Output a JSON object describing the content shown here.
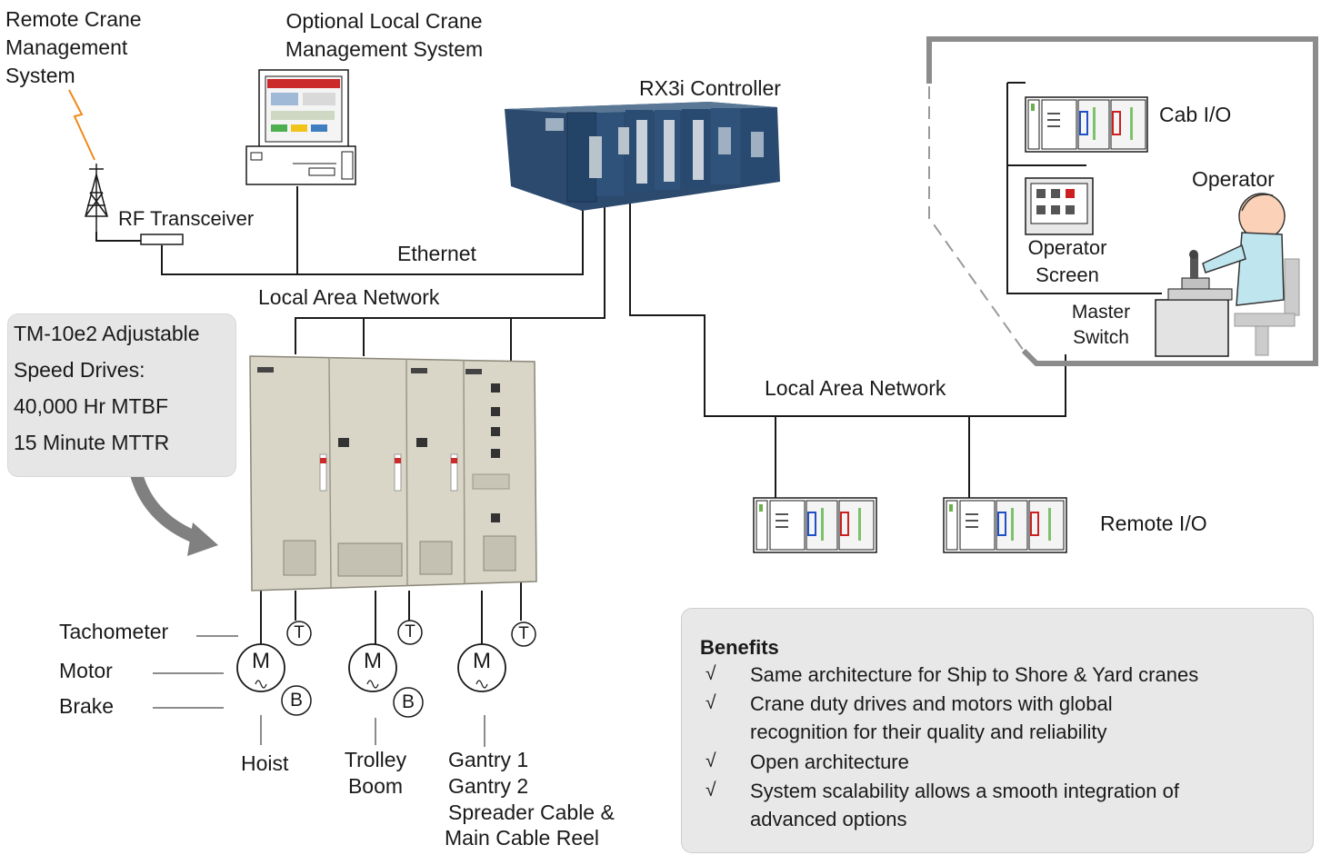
{
  "labels": {
    "remote_cms": [
      "Remote Crane",
      "Management",
      "System"
    ],
    "local_cms": [
      "Optional Local Crane",
      "Management System"
    ],
    "controller": "RX3i Controller",
    "cab_io": "Cab I/O",
    "operator": "Operator",
    "operator_screen": [
      "Operator",
      "Screen"
    ],
    "master_switch": [
      "Master",
      "Switch"
    ],
    "rf_transceiver": "RF Transceiver",
    "ethernet": "Ethernet",
    "lan_left": "Local Area Network",
    "lan_right": "Local Area Network",
    "remote_io": "Remote I/O",
    "tachometer": "Tachometer",
    "motor": "Motor",
    "brake": "Brake",
    "hoist": "Hoist",
    "trolley_boom": [
      "Trolley",
      "Boom"
    ],
    "gantry": [
      "Gantry 1",
      "Gantry 2",
      "Spreader Cable &",
      "Main Cable Reel"
    ],
    "motor_symbol": "M",
    "tach_symbol": "T",
    "brake_symbol": "B"
  },
  "callout": [
    "TM-10e2 Adjustable",
    "Speed Drives:",
    "40,000 Hr MTBF",
    "15 Minute MTTR"
  ],
  "benefits": {
    "heading": "Benefits",
    "check": "√",
    "items": [
      [
        "Same architecture for Ship to Shore & Yard cranes"
      ],
      [
        "Crane duty drives and motors with global",
        "recognition for their quality and reliability"
      ],
      [
        "Open architecture"
      ],
      [
        "System scalability allows a smooth integration of",
        " advanced options"
      ]
    ]
  },
  "colors": {
    "lines": "#1a1a1a",
    "cab_wall": "#8c8c8c",
    "panel": "#d9d6c8",
    "controller": "#1f3f63",
    "lightning": "#f08a1a",
    "arrow": "#808080",
    "callout_bg": "#e6e6e6"
  }
}
